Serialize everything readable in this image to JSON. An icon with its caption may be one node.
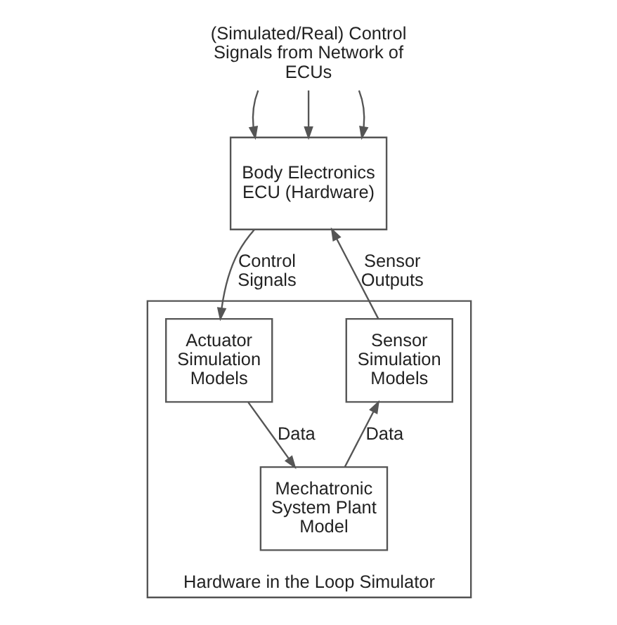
{
  "diagram": {
    "nodes": [
      {
        "text": [
          "(Simulated/Real) Control Signals from Network of ECUs"
        ]
      },
      {
        "text": [
          "Body Electronics ECU (Hardware)"
        ]
      },
      {
        "text": [
          "Hardware in the Loop Simulator"
        ]
      },
      {
        "text": [
          "Sensor Simulation Models"
        ],
        "in": 2
      },
      {
        "text": [
          "Actuator Simulation Models"
        ],
        "in": 2
      },
      {
        "text": [
          "Mechatronic System Plant Model"
        ],
        "in": 2
      }
    ],
    "edges": [
      {
        "from": 0,
        "to": 1,
        "arrow": "to"
      },
      {
        "from": 0,
        "to": 1,
        "arrow": "to"
      },
      {
        "from": 0,
        "to": 1,
        "arrow": "to"
      },
      {
        "from": 3,
        "to": 1,
        "arrow": "to",
        "label": "Sensor Outputs"
      },
      {
        "from": 1,
        "to": 4,
        "arrow": "to",
        "label": "Control Signals"
      },
      {
        "from": 4,
        "to": 5,
        "arrow": "to",
        "label": "Data"
      },
      {
        "from": 5,
        "to": 3,
        "arrow": "to",
        "label": "Data"
      }
    ]
  }
}
